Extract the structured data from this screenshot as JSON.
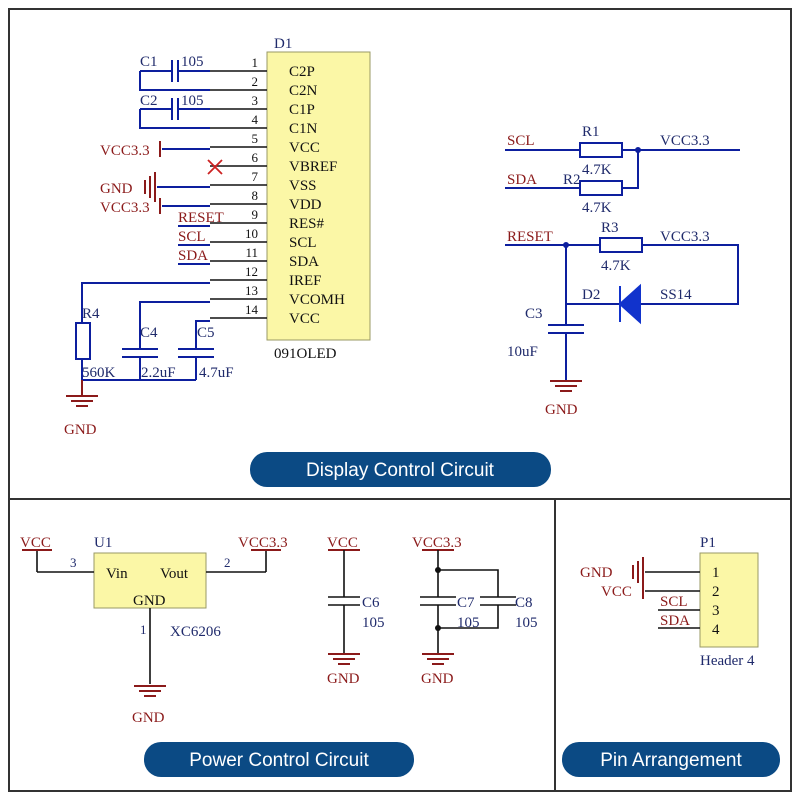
{
  "colors": {
    "wire": "#0d1f9e",
    "net_label": "#8b1a1a",
    "chip_fill": "#fbf7a6",
    "banner": "#0b4a84",
    "border": "#333333"
  },
  "sections": {
    "display": {
      "title": "Display Control Circuit"
    },
    "power": {
      "title": "Power Control Circuit"
    },
    "pins": {
      "title": "Pin Arrangement"
    }
  },
  "oled": {
    "designator": "D1",
    "part": "091OLED",
    "pins": [
      {
        "num": "1",
        "name": "C2P"
      },
      {
        "num": "2",
        "name": "C2N"
      },
      {
        "num": "3",
        "name": "C1P"
      },
      {
        "num": "4",
        "name": "C1N"
      },
      {
        "num": "5",
        "name": "VCC"
      },
      {
        "num": "6",
        "name": "VBREF"
      },
      {
        "num": "7",
        "name": "VSS"
      },
      {
        "num": "8",
        "name": "VDD"
      },
      {
        "num": "9",
        "name": "RES#"
      },
      {
        "num": "10",
        "name": "SCL"
      },
      {
        "num": "11",
        "name": "SDA"
      },
      {
        "num": "12",
        "name": "IREF"
      },
      {
        "num": "13",
        "name": "VCOMH"
      },
      {
        "num": "14",
        "name": "VCC"
      }
    ],
    "net_labels": {
      "vcc33_a": "VCC3.3",
      "gnd": "GND",
      "vcc33_b": "VCC3.3",
      "reset": "RESET",
      "scl": "SCL",
      "sda": "SDA"
    },
    "caps": {
      "c1": {
        "name": "C1",
        "value": "105"
      },
      "c2": {
        "name": "C2",
        "value": "105"
      },
      "c4": {
        "name": "C4",
        "value": "2.2uF"
      },
      "c5": {
        "name": "C5",
        "value": "4.7uF"
      }
    },
    "r4": {
      "name": "R4",
      "value": "560K"
    },
    "gnd_label": "GND"
  },
  "pullups": {
    "scl": "SCL",
    "sda": "SDA",
    "r1": {
      "name": "R1",
      "value": "4.7K"
    },
    "r2": {
      "name": "R2",
      "value": "4.7K"
    },
    "vcc": "VCC3.3"
  },
  "reset_circuit": {
    "reset": "RESET",
    "r3": {
      "name": "R3",
      "value": "4.7K"
    },
    "vcc": "VCC3.3",
    "d2": {
      "name": "D2",
      "part": "SS14"
    },
    "c3": {
      "name": "C3",
      "value": "10uF"
    },
    "gnd": "GND"
  },
  "regulator": {
    "designator": "U1",
    "part": "XC6206",
    "vin": "Vin",
    "vout": "Vout",
    "gnd_pin": "GND",
    "pin_vin": "3",
    "pin_vout": "2",
    "pin_gnd": "1",
    "vcc_in": "VCC",
    "vcc_out": "VCC3.3",
    "gnd": "GND"
  },
  "decoupling": {
    "c6": {
      "name": "C6",
      "value": "105",
      "net": "VCC",
      "gnd": "GND"
    },
    "c7": {
      "name": "C7",
      "value": "105"
    },
    "c8": {
      "name": "C8",
      "value": "105"
    },
    "net": "VCC3.3",
    "gnd": "GND"
  },
  "header": {
    "designator": "P1",
    "part": "Header 4",
    "pins": [
      {
        "num": "1",
        "net": "GND"
      },
      {
        "num": "2",
        "net": "VCC"
      },
      {
        "num": "3",
        "net": "SCL"
      },
      {
        "num": "4",
        "net": "SDA"
      }
    ]
  }
}
